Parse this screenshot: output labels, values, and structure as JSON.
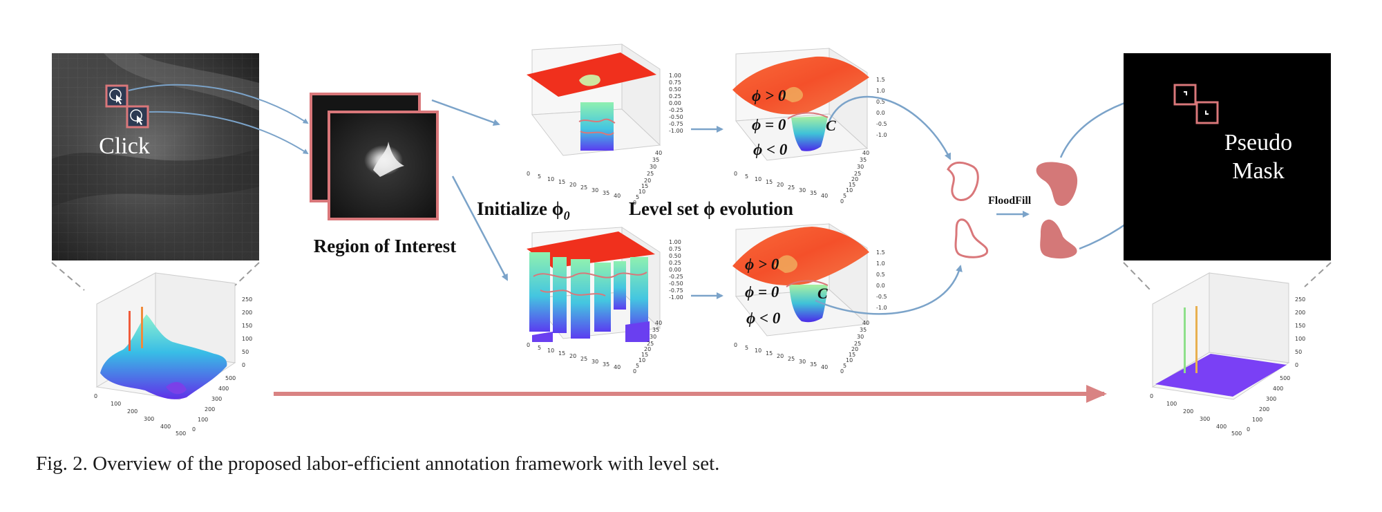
{
  "labels": {
    "click": "Click",
    "region_of_interest": "Region of Interest",
    "initialize": "Initialize ϕ",
    "initialize_sub": "0",
    "level_set_evolution": "Level set ϕ evolution",
    "phi_gt": "ϕ > 0",
    "phi_eq": "ϕ = 0",
    "phi_lt": "ϕ < 0",
    "contour_c": "C",
    "floodfill": "FloodFill",
    "pseudo": "Pseudo",
    "mask": "Mask"
  },
  "caption": "Fig. 2.  Overview of the proposed labor-efficient annotation framework with level set.",
  "axes": {
    "small_z": [
      "1.00",
      "0.75",
      "0.50",
      "0.25",
      "0.00",
      "-0.25",
      "-0.50",
      "-0.75",
      "-1.00"
    ],
    "evo_z": [
      "1.5",
      "1.0",
      "0.5",
      "0.0",
      "-0.5",
      "-1.0"
    ],
    "small_x": [
      "0",
      "5",
      "10",
      "15",
      "20",
      "25",
      "30",
      "35",
      "40"
    ],
    "small_y": [
      "40",
      "35",
      "30",
      "25",
      "20",
      "15",
      "10",
      "5",
      "0"
    ],
    "big_z": [
      "250",
      "200",
      "150",
      "100",
      "50",
      "0"
    ],
    "big_x": [
      "0",
      "100",
      "200",
      "300",
      "400",
      "500"
    ],
    "big_y": [
      "500",
      "400",
      "300",
      "200",
      "100",
      "0"
    ]
  },
  "colors": {
    "arrow_blue": "#7ba3c9",
    "box_red": "#d9777a",
    "blob_fill": "#d47878",
    "long_arrow": "#d98383",
    "surface_red": "#f0301d",
    "surface_orange": "#f56a3a",
    "surface_cyan": "#5fd6c4",
    "surface_purple": "#6a3ff0"
  }
}
